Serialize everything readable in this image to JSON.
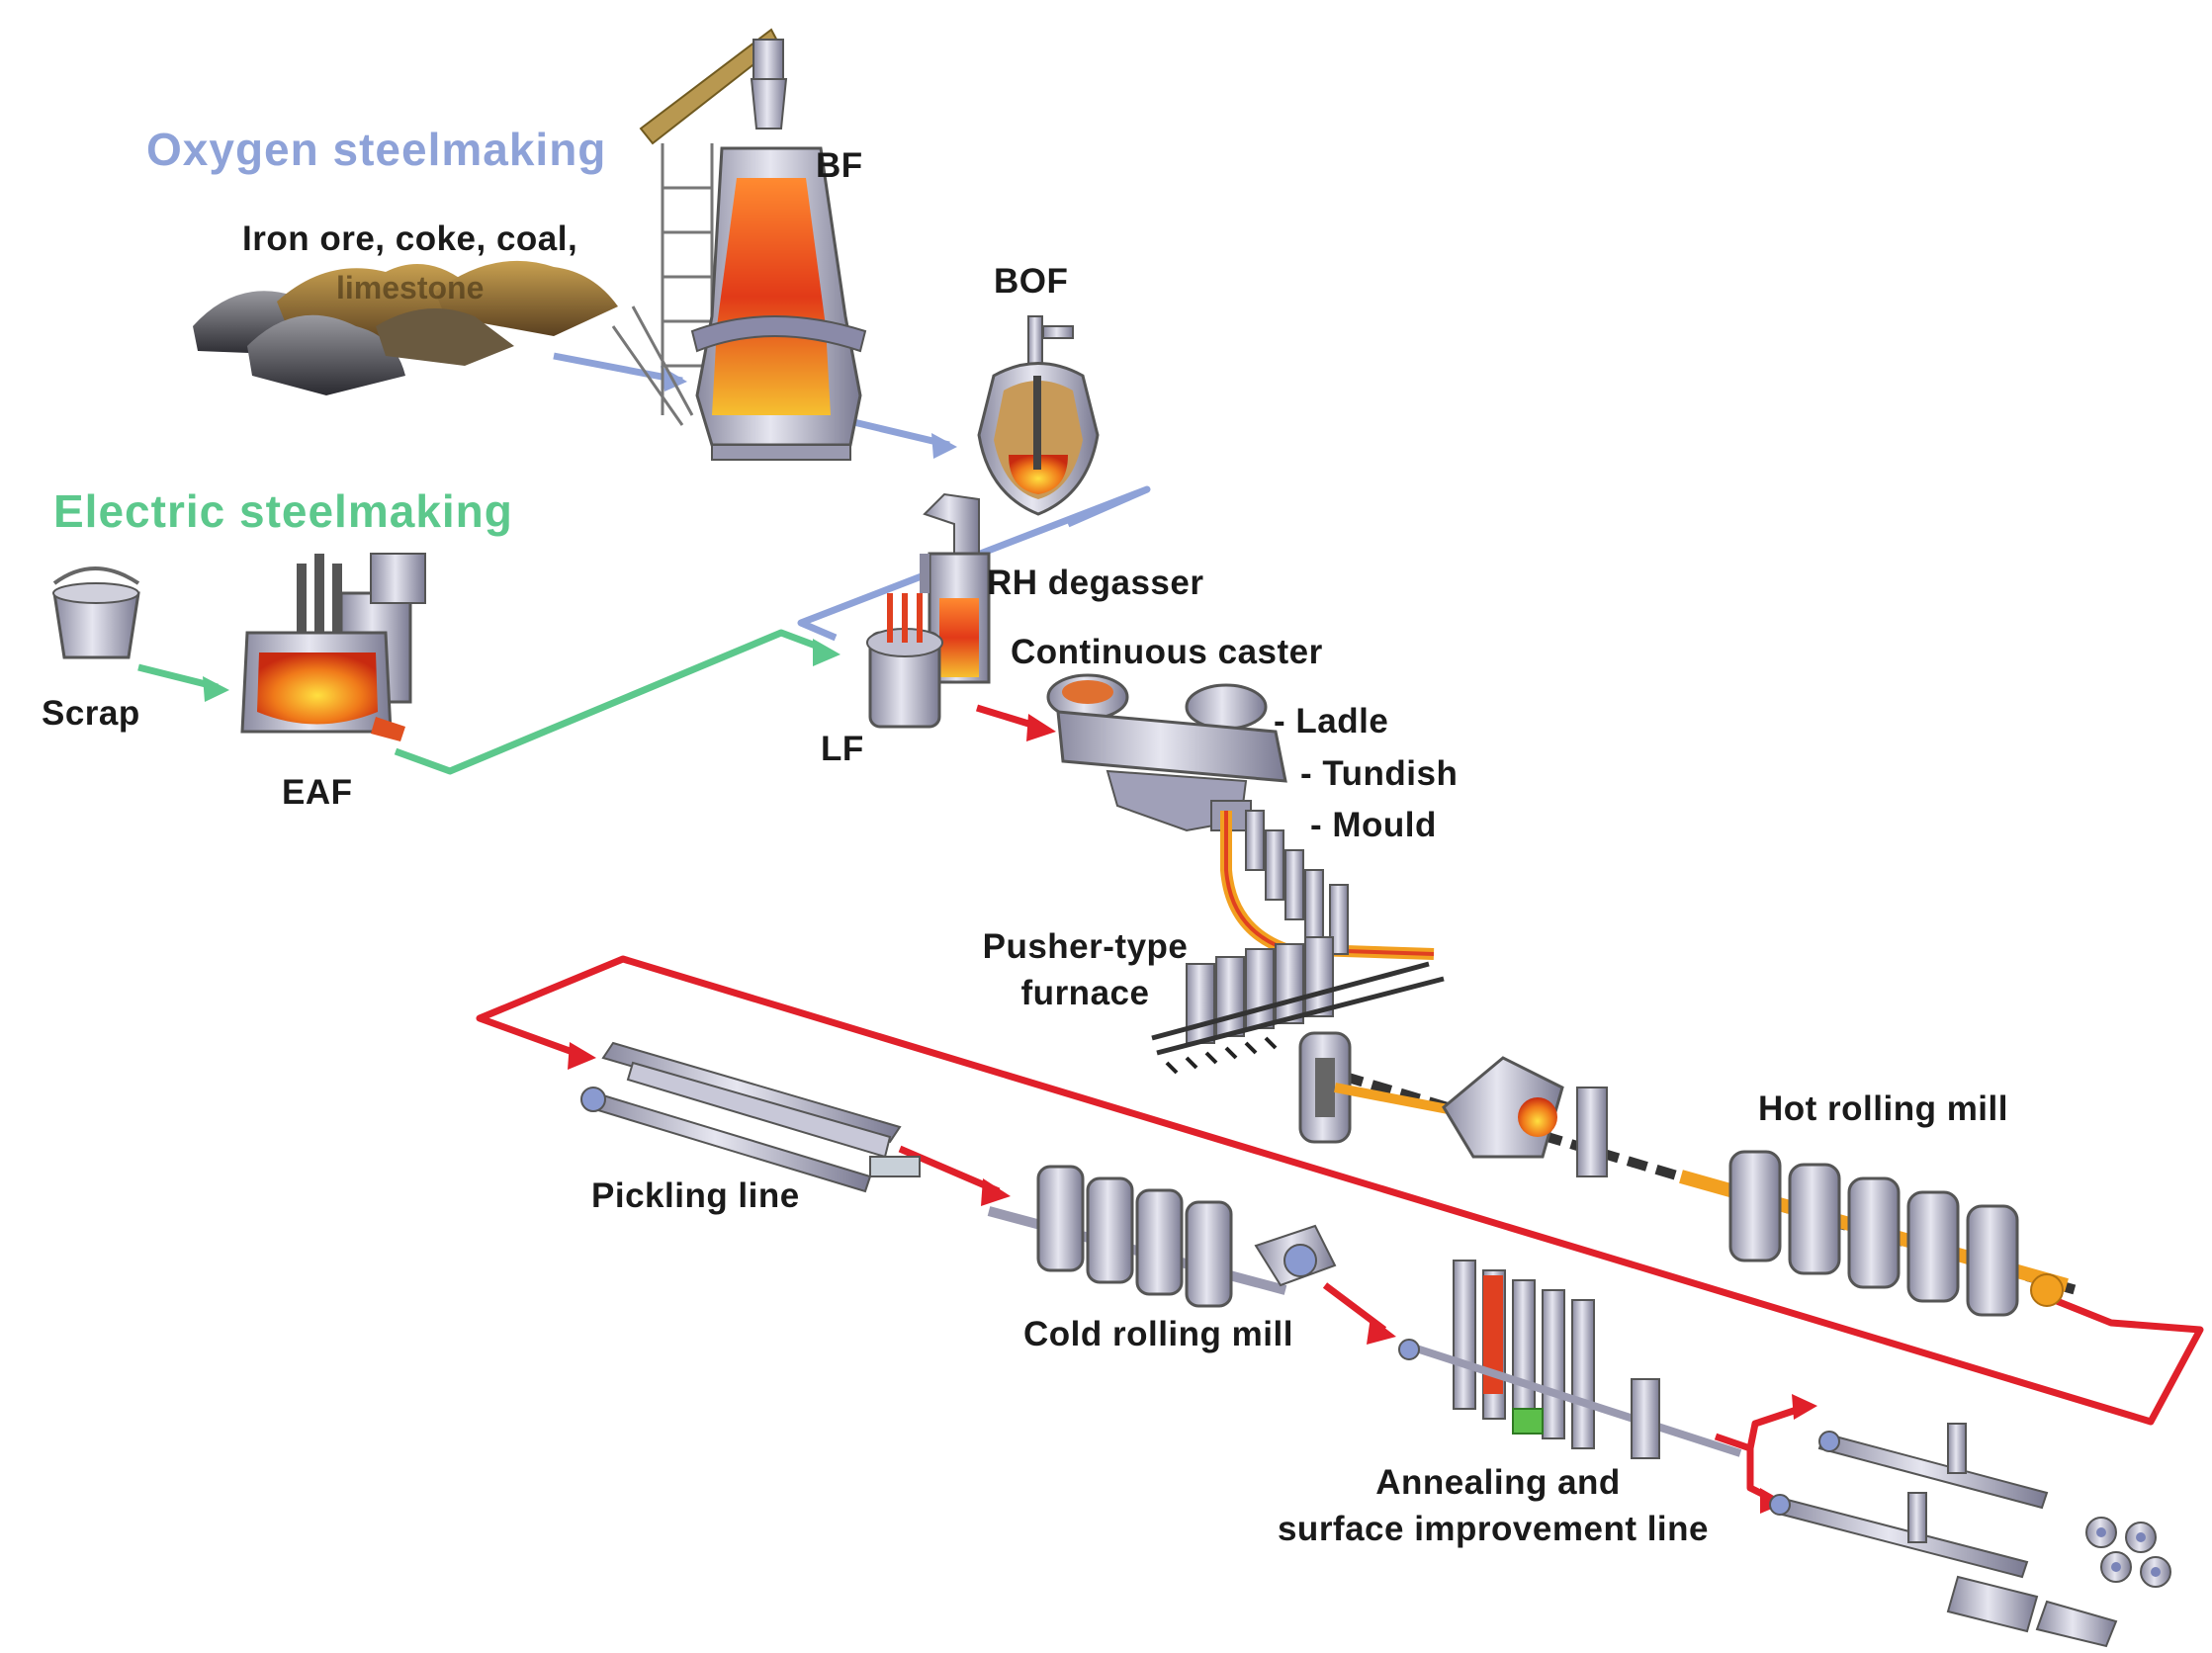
{
  "titles": {
    "oxygen": "Oxygen steelmaking",
    "electric": "Electric steelmaking"
  },
  "labels": {
    "raw_materials": "Iron ore, coke, coal,",
    "raw_materials_hidden": "limestone",
    "bf": "BF",
    "bof": "BOF",
    "rh_degasser": "RH degasser",
    "lf": "LF",
    "scrap": "Scrap",
    "eaf": "EAF",
    "continuous_caster": "Continuous  caster",
    "ladle": "- Ladle",
    "tundish": "- Tundish",
    "mould": "- Mould",
    "pusher_furnace_1": "Pusher-type",
    "pusher_furnace_2": "furnace",
    "hot_rolling_mill": "Hot  rolling  mill",
    "pickling_line": "Pickling  line",
    "cold_rolling_mill": "Cold  rolling  mill",
    "annealing_1": "Annealing  and",
    "annealing_2": "surface  improvement  line"
  },
  "colors": {
    "oxygen_route": "#8ea2d8",
    "electric_route": "#5cc88c",
    "product_route": "#e0202a",
    "molten": "#e8461c",
    "hot_steel": "#f2a020",
    "machinery": "#b4b4c8"
  }
}
